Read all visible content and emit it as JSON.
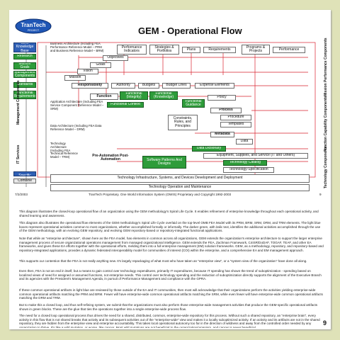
{
  "logo": {
    "text": "TranTech",
    "subtext": "PROJECT"
  },
  "title": "GEM - Operational Flow",
  "left_column": {
    "gem_knowledge_base": "GEM Knowledge Base",
    "research": "Research",
    "mission_goals": "Mission Goals",
    "mgmt_components": "Management Components",
    "standards": "Standards",
    "functional_requirements": "Functional Requirements",
    "gem_specific": "GEM Specific",
    "combinea": "Combine",
    "it_services": "IT Services"
  },
  "left_text": {
    "business_arch": "Business Architecture (Including FEA Performance Reference Model – PRM and Business Reference Model – BRM)",
    "application_arch": "Application Architecture (Including FEA Service Component Reference Model – SRM)",
    "data_arch": "Data Architecture (Including FEA Data Reference Model – DRM)",
    "tech_arch": "Technology Architecture (Including FEA Technical Reference Model – TRM)"
  },
  "boxes": {
    "performance_indicators": "Performance Indicators",
    "strategies_portfolio": "Strategies & Portfolios",
    "plans": "Plans",
    "requirements": "Requirements",
    "programs_projects": "Programs & Projects",
    "performance": "Performance",
    "objectives": "Objectives",
    "goals": "Goals",
    "vision": "Vision",
    "mission": "Mission",
    "responsibility": "Responsibility",
    "authority": "Authority",
    "budgets": "Budgets",
    "budget_lines": "Budget Lines",
    "expense_elements": "Expense Elements",
    "function": "Function",
    "functional_integrity": "Functional (Integrity)",
    "functional_knowledge": "Functional (Knowledge)",
    "policy": "Policy",
    "functional_guidance": "Functional Guidance",
    "functional_context": "Functional Context",
    "process": "Process",
    "procedure": "Procedure",
    "constraints": "Constraints, Rules, and Principles",
    "templates": "Templates",
    "metadata": "Metadata",
    "data": "Data",
    "data_dictionary": "Data Dictionary",
    "equipment": "Equipment, Supplies, and Service (IT and Others)",
    "pre_automation": "Pre-Automation Post-Automation",
    "software_patterns": "Software Patterns And Designs",
    "technology_catalog": "Technology Catalog",
    "technology_specification": "Technology-Specification",
    "tech_infrastructure": "Technology Infrastructure, Systems, and Devices Development and Deployment",
    "tech_operation": "Technology Operation and Maintenance"
  },
  "right_labels": {
    "mission_perf": "Mission Performance Components",
    "function_cap": "Function Capability Components",
    "technology": "Technology Components"
  },
  "footer": {
    "date": "7/2/2003",
    "center": "TranTech Proprietary.  One World Information System (OWIS) Proprietary and Copyright 1992-2003",
    "page": "9"
  },
  "paragraphs": [
    "This diagram illustrates the closed-loop operational flow of an organization using the GEM methodology's Spiral Life Cycle.  It enables refinement of enterprise knowledge throughout each operational activity, and shared learning and awareness.",
    "This diagram also illustrates the operational flow elements of the GEM methodology's Spiral Life Cycle overlaid on the top-level OMB FEA Model with its PRM, BRM, SRM, DRM, and TRM elements. The light blue boxes represent operational activities common to most organizations, whether accomplished formally or informally.  The darker green, with italic text, identifies the additional activities accomplished through the use of the GEM methodology, with an evolving GEM repository, and evolving GEM repository-based or repository-integrated functional applications.",
    "Note that while an \"enterprise architecture\", shown here as the FEA model, has elements in common across all organizations, GEM extends the organization's enterprise architecture to support the larger enterprise management process of secure organizational operations management from managed organizational intelligence.  GEM extends the FEA, Zachman Framework, C4ISR/DoDAF, TOGAF, TEAF, and other EA frameworks, and gives these EA efforts together with the operational efforts, melding them into a full enterprise management (EM) solution frameworks.  GEM, as a methodology, repository, and repository-based and repository-integrated applications, provides a dynamic federated interoperability model for communities of interest (COI) within the enterprise, and a comprehensive EA and EM management approach.",
    "This supports our contention that the FEA is not really anything new.  It's largely repackaging of what most who have taken an \"enterprise view\", or a \"system view of the organization\" have done all along.",
    "Even then, FEA is not an end in itself, but a means to gain control over technology expenditures, primarily IT expenditures, because IT spending has shown the trend of suboptimization - spending based on localized views of need for assigned or assumed functions, not enterprise needs. This control over technology spending and the reduction of suboptimization directly supports the alignment of the Executive Branch and its agencies with the President's Management Agenda, in pursuit of Performance Management and compliance with the GPRA.",
    "If these common operational artifacts in light blue are reviewed by those outside of the EA and IT communities, then most will acknowledge that their organizations perform the activities yielding enterprise-wide common operational artifacts matching the PRM and BRM.  Fewer will have enterprise-wide common operational artifacts matching the SRM, while even fewer will have enterprise-wide common operational artifacts matching the DRM and TRM.",
    "But to make this a closed loop, and thus self-refining system, we submit that the organizations must also perform those enterprise-wide management activities that produce the GEM-specific operational artifacts shown in green blocks.  These are the glue that ties the operations together into a single enterprise-wide process flow.",
    "The need for a closed loop operational process thus drives the need for a shared, distributed, common, enterprise-wide repository for this process.  Without such a shared repository, an \"enterprise brain\", every activity in this flow that is not shared breaks that activity and its subsequent activities out of the \"enterprise-wide\" view and makes it a locally suboptimized activity.  If an activity and its artifacts are not in the shared repository, they are hidden from the enterprise view and enterprise accountability.  This takes  local operational autonomy too far in the direction of wildness and away from the controlled order needed by any organization to thrive.  It's like a wild mutation, or worse, like cancer.  Most wild mutations are not beneficial to the organization/organism, and cancer is never beneficial."
  ],
  "page_number": "9"
}
